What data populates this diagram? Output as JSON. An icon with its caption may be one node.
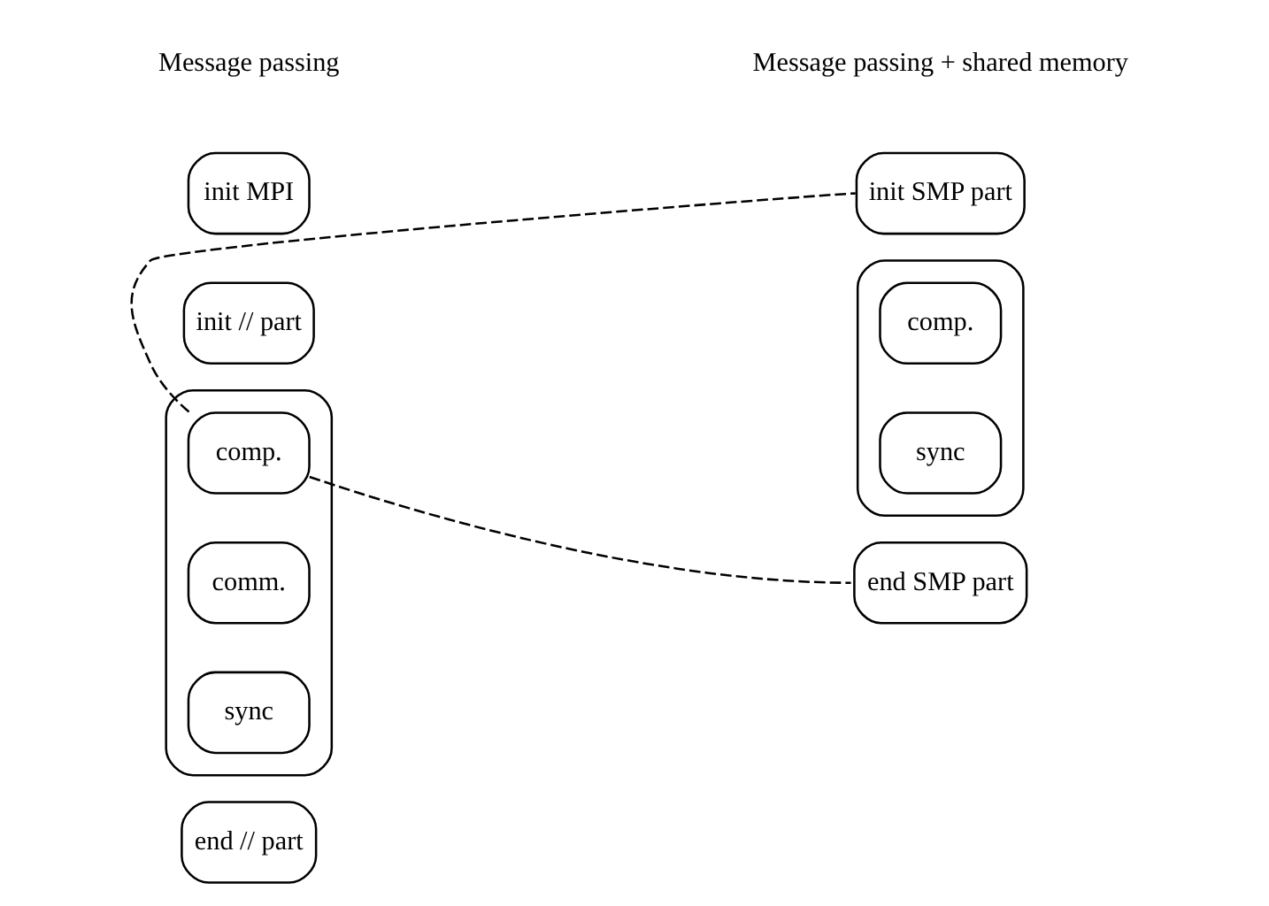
{
  "diagram": {
    "nodes": [
      {
        "text": [
          "init MPI"
        ]
      },
      {
        "text": [
          "init // part"
        ]
      },
      {
        "text": [],
        "shape": "box"
      },
      {
        "text": [
          "comp."
        ],
        "in": 2
      },
      {
        "text": [
          "comm."
        ],
        "in": 2
      },
      {
        "text": [
          "sync"
        ],
        "in": 2
      },
      {
        "text": [
          "end // part"
        ]
      },
      {
        "text": [
          "init SMP part"
        ]
      },
      {
        "text": [],
        "shape": "box"
      },
      {
        "text": [
          "comp."
        ],
        "in": 8
      },
      {
        "text": [
          "sync"
        ],
        "in": 8
      },
      {
        "text": [
          "end SMP part"
        ]
      }
    ],
    "edges": [
      {
        "from": 3,
        "to": 7,
        "arrow": "none",
        "style": "dashed"
      },
      {
        "from": 3,
        "to": 11,
        "arrow": "none",
        "style": "dashed"
      }
    ],
    "labels": [
      "Message passing",
      "Message passing + shared memory"
    ]
  }
}
